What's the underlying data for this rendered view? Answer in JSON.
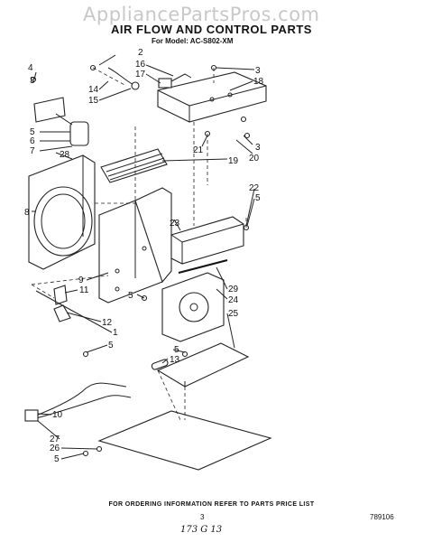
{
  "watermark": "AppliancePartsPros.com",
  "title": "AIR FLOW AND CONTROL PARTS",
  "model": "For Model: AC-S802-XM",
  "footer": "FOR ORDERING INFORMATION REFER TO PARTS PRICE LIST",
  "page_number": "3",
  "doc_number": "789106",
  "handwritten_note": "173 G 13",
  "callouts": {
    "c2": "2",
    "c16": "16",
    "c17": "17",
    "c3a": "3",
    "c18": "18",
    "c4": "4",
    "c3b": "3",
    "c14": "14",
    "c15": "15",
    "c5a": "5",
    "c6": "6",
    "c7": "7",
    "c28": "28",
    "c21": "21",
    "c3c": "3",
    "c20": "20",
    "c19": "19",
    "c8": "8",
    "c22": "22",
    "c5b": "5",
    "c23": "23",
    "c9": "9",
    "c11": "11",
    "c29": "29",
    "c24": "24",
    "c5c": "5",
    "c25": "25",
    "c12": "12",
    "c1": "1",
    "c5d": "5",
    "c5e": "5",
    "c13": "13",
    "c10": "10",
    "c27": "27",
    "c26": "26",
    "c5f": "5"
  }
}
